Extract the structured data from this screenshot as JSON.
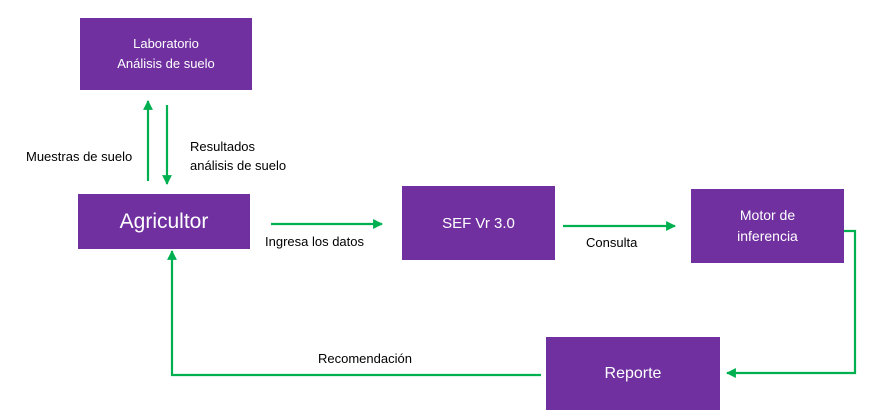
{
  "nodes": {
    "laboratorio": {
      "line1": "Laboratorio",
      "line2": "Análisis de suelo"
    },
    "agricultor": {
      "label": "Agricultor"
    },
    "sef": {
      "label": "SEF Vr 3.0"
    },
    "motor": {
      "line1": "Motor de",
      "line2": "inferencia"
    },
    "reporte": {
      "label": "Reporte"
    }
  },
  "edge_labels": {
    "muestras": "Muestras de suelo",
    "resultados_line1": "Resultados",
    "resultados_line2": "análisis de suelo",
    "ingresa": "Ingresa los datos",
    "consulta": "Consulta",
    "recomendacion": "Recomendación"
  },
  "colors": {
    "node_fill": "#7030a0",
    "node_text": "#ffffff",
    "arrow": "#00b050"
  }
}
